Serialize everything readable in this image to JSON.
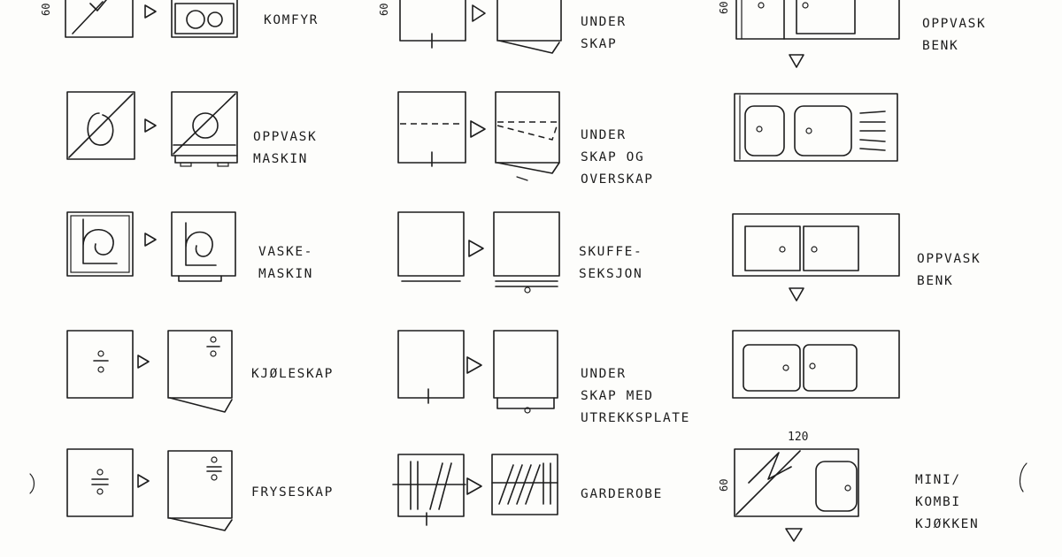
{
  "labels": {
    "komfyr": [
      "KOMFYR"
    ],
    "oppvaskmaskin": [
      "OPPVASK",
      "MASKIN"
    ],
    "vaskemaskin": [
      "VASKE-",
      "MASKIN"
    ],
    "kjoleskap": [
      "KJØLESKAP"
    ],
    "fryseskap": [
      "FRYSESKAP"
    ],
    "underskap": [
      "UNDER",
      "SKAP"
    ],
    "underskap_overskap": [
      "UNDER",
      "SKAP OG",
      "OVERSKAP"
    ],
    "skuffeseksjon": [
      "SKUFFE-",
      "SEKSJON"
    ],
    "underskap_utrekk": [
      "UNDER",
      "SKAP MED",
      "UTREKKSPLATE"
    ],
    "garderobe": [
      "GARDEROBE"
    ],
    "oppvaskbenk_1": [
      "OPPVASK",
      "BENK"
    ],
    "oppvaskbenk_2": [
      "OPPVASK",
      "BENK"
    ],
    "minikjokken": [
      "MINI/",
      "KOMBI",
      "KJØKKEN"
    ]
  },
  "dimensions": {
    "depth_60": "60",
    "width_120": "120"
  }
}
